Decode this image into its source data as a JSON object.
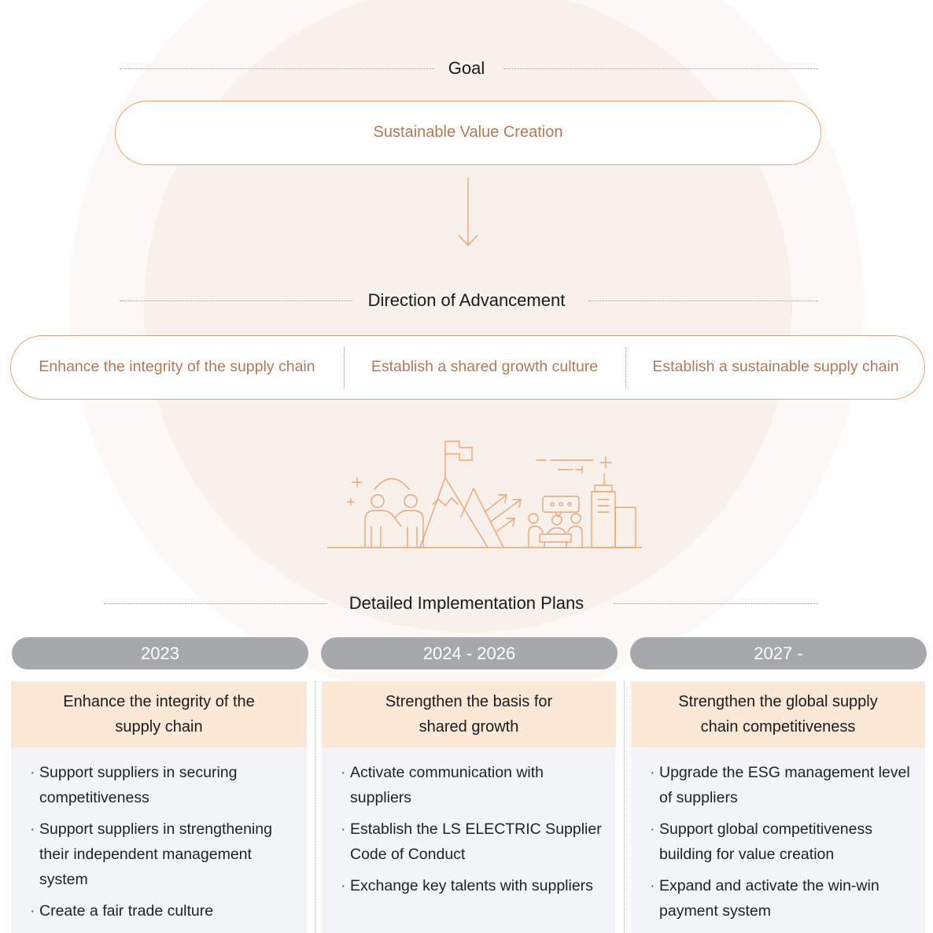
{
  "goal": {
    "heading": "Goal",
    "value": "Sustainable Value Creation"
  },
  "direction": {
    "heading": "Direction of Advancement",
    "items": [
      "Enhance the integrity of the supply chain",
      "Establish a shared growth culture",
      "Establish a sustainable supply chain"
    ]
  },
  "plans": {
    "heading": "Detailed Implementation Plans",
    "columns": [
      {
        "year": "2023",
        "title": "Enhance the integrity of the supply chain",
        "items": [
          "Support suppliers in securing competitiveness",
          "Support suppliers in strengthening their independent management system",
          "Create a fair trade culture"
        ]
      },
      {
        "year": "2024 - 2026",
        "title": "Strengthen the basis for shared growth",
        "items": [
          "Activate communication with suppliers",
          "Establish the LS ELECTRIC Supplier Code of Conduct",
          "Exchange key talents with suppliers"
        ]
      },
      {
        "year": "2027 -",
        "title": "Strengthen the global supply chain competitiveness",
        "items": [
          "Upgrade the ESG management level of suppliers",
          "Support global competitiveness building for value creation",
          "Expand and activate the win-win payment system"
        ]
      }
    ]
  },
  "colors": {
    "accent_line": "#e8a575",
    "accent_text": "#b07a58",
    "header_fill": "#fbe8d7",
    "year_pill": "#a7a8ab",
    "body_fill": "#f3f4f6"
  },
  "illustration": "collaboration-growth-icon"
}
